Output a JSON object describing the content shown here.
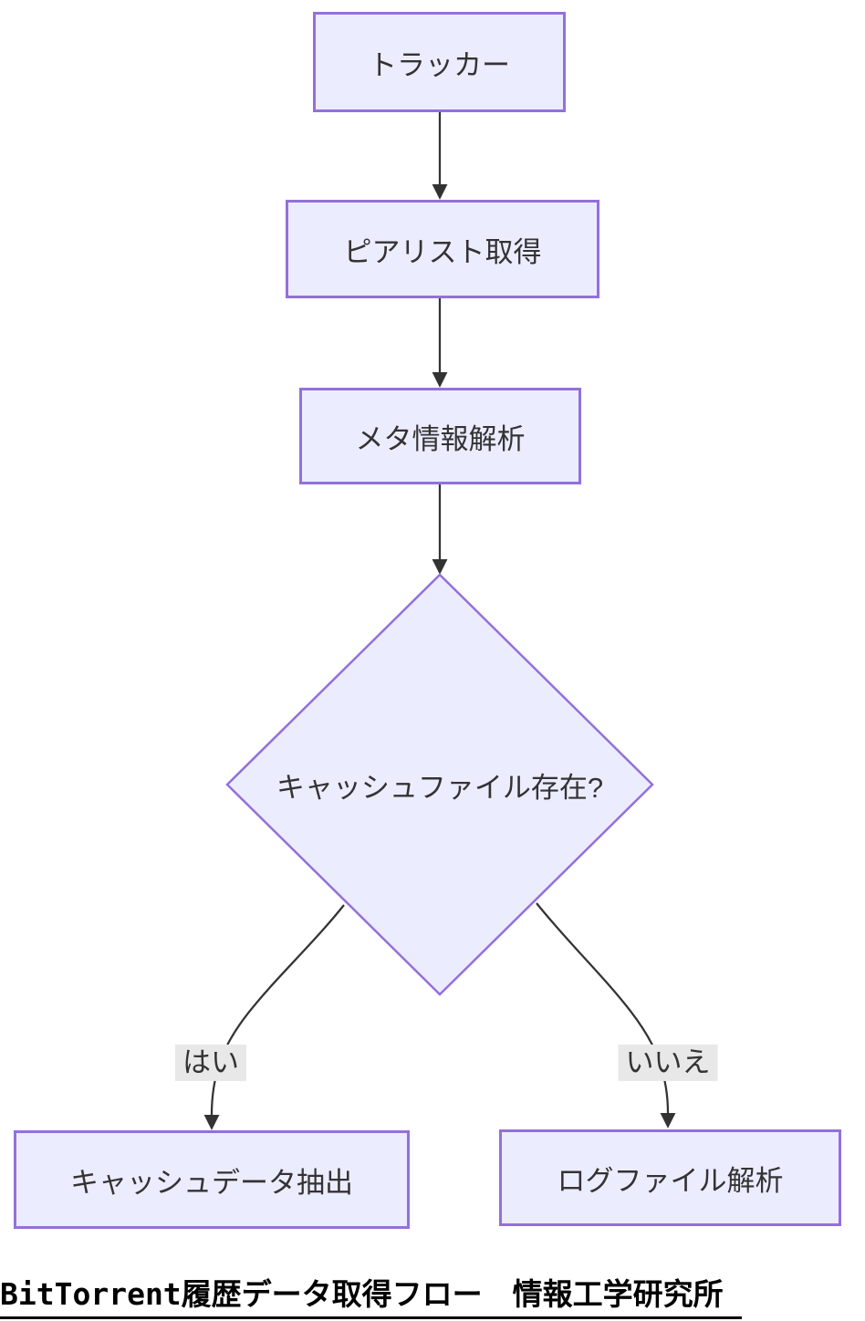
{
  "diagram": {
    "type": "flowchart",
    "direction": "top-down",
    "title": "BitTorrent履歴データ取得フロー　情報工学研究所",
    "nodes": [
      {
        "id": "tracker",
        "label": "トラッカー",
        "shape": "rect"
      },
      {
        "id": "peerlist",
        "label": "ピアリスト取得",
        "shape": "rect"
      },
      {
        "id": "meta",
        "label": "メタ情報解析",
        "shape": "rect"
      },
      {
        "id": "cache-check",
        "label": "キャッシュファイル存在?",
        "shape": "diamond"
      },
      {
        "id": "cache-extract",
        "label": "キャッシュデータ抽出",
        "shape": "rect"
      },
      {
        "id": "log-parse",
        "label": "ログファイル解析",
        "shape": "rect"
      }
    ],
    "edges": [
      {
        "from": "tracker",
        "to": "peerlist",
        "label": ""
      },
      {
        "from": "peerlist",
        "to": "meta",
        "label": ""
      },
      {
        "from": "meta",
        "to": "cache-check",
        "label": ""
      },
      {
        "from": "cache-check",
        "to": "cache-extract",
        "label": "はい"
      },
      {
        "from": "cache-check",
        "to": "log-parse",
        "label": "いいえ"
      }
    ],
    "colors": {
      "node_fill": "#ECECFF",
      "node_border": "#9370DB",
      "edge_stroke": "#333333",
      "edge_label_bg": "#E8E8E8",
      "node_text": "#333333",
      "title_text": "#000000",
      "background": "#FFFFFF"
    }
  }
}
